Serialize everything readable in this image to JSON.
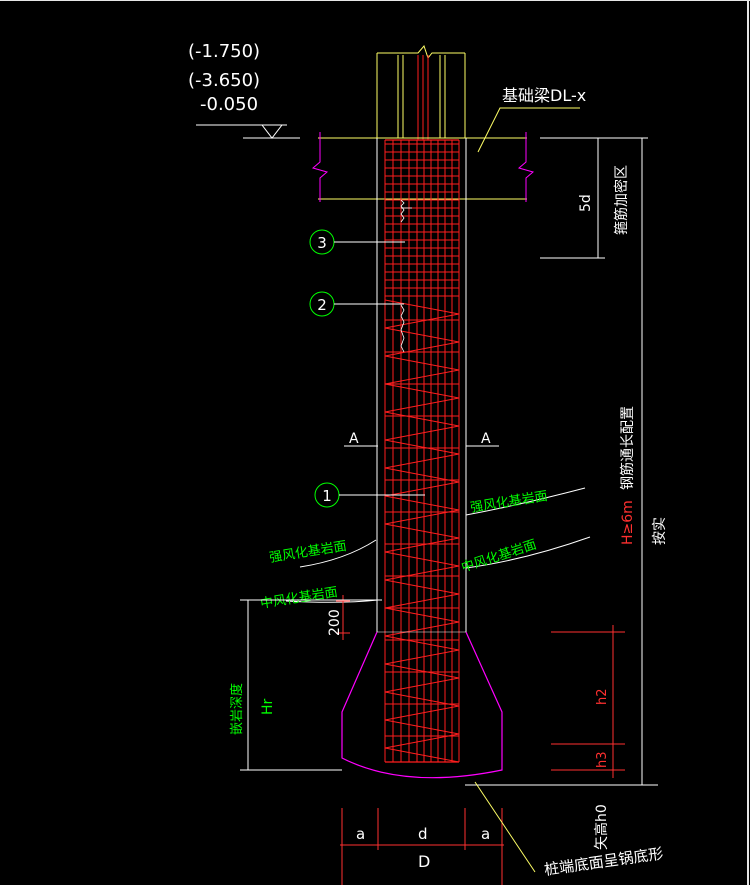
{
  "elevations": [
    "(-1.750)",
    "(-3.650)",
    "-0.050"
  ],
  "beam_label": "基础梁DL-x",
  "dense_zone": {
    "dim": "5d",
    "label": "箍筋加密区"
  },
  "markers": [
    "1",
    "2",
    "3"
  ],
  "section_marks": [
    "A",
    "A"
  ],
  "rock_surfaces": {
    "strong_right": "强风化基岩面",
    "strong_left": "强风化基岩面",
    "medium_right": "中风化基岩面",
    "medium_left": "中风化基岩面"
  },
  "rebar_full_length": "钢筋通长配置",
  "pile_length": {
    "value": "H≥6m",
    "note": "按实"
  },
  "embed": {
    "value": "200",
    "depth_symbol": "Hr",
    "label": "嵌岩深度"
  },
  "bell_dims": {
    "h2": "h2",
    "h3": "h3",
    "h0": "矢高h0"
  },
  "base_dims": {
    "a_left": "a",
    "d": "d",
    "a_right": "a",
    "D": "D"
  },
  "base_note": "桩端底面呈锅底形",
  "colors": {
    "rebar": "#ff1e1e",
    "outline": "#ffffff",
    "bell": "#ff00ff",
    "green": "#00ff00",
    "yellow": "#ffff66",
    "dim": "#ff3030"
  }
}
